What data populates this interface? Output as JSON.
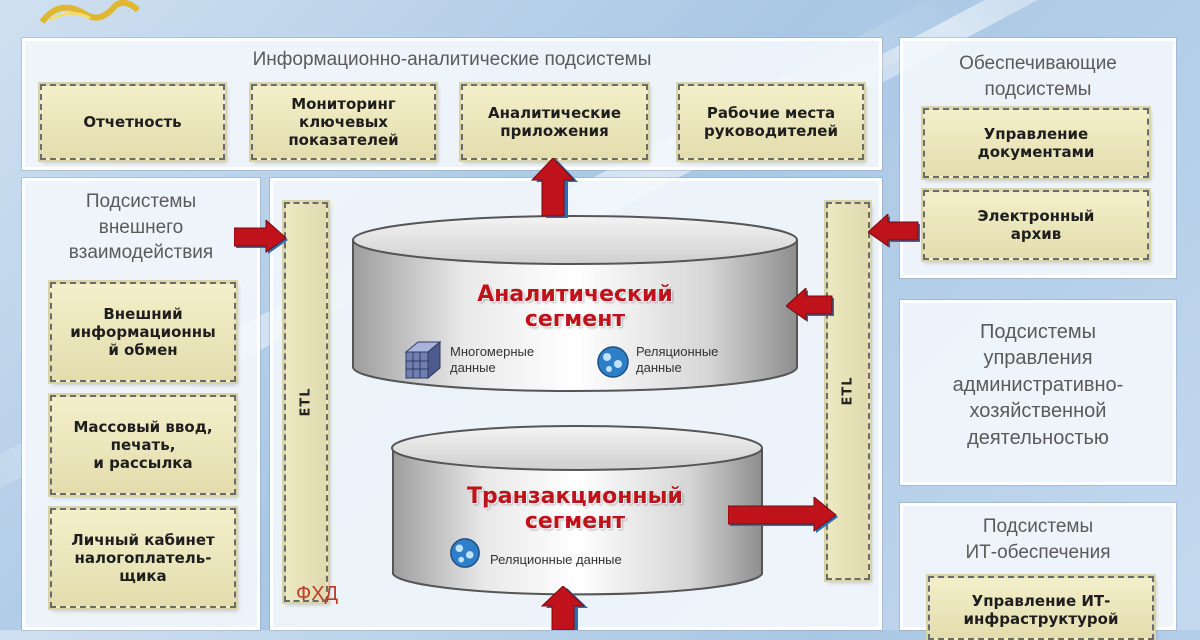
{
  "info_panel": {
    "title": "Информационно-аналитические подсистемы",
    "boxes": [
      "Отчетность",
      "Мониторинг\nключевых\nпоказателей",
      "Аналитические\nприложения",
      "Рабочие места\nруководителей"
    ]
  },
  "support_panel": {
    "title": "Обеспечивающие\nподсистемы",
    "boxes": [
      "Управление\nдокументами",
      "Электронный\nархив"
    ]
  },
  "external_panel": {
    "title": "Подсистемы\nвнешнего\nвзаимодействия",
    "boxes": [
      "Внешний\nинформационны\nй обмен",
      "Массовый ввод,\nпечать,\nи рассылка",
      "Личный кабинет\nналогоплатель-\nщика"
    ]
  },
  "admin_panel": {
    "title": "Подсистемы\nуправления\nадминистративно-\nхозяйственной\nдеятельностью"
  },
  "it_panel": {
    "title": "Подсистемы\nИТ-обеспечения",
    "boxes": [
      "Управление ИТ-\nинфраструктурой"
    ]
  },
  "center": {
    "etl_label": "ETL",
    "fxd_label": "ФХД",
    "analytic_segment": "Аналитический\nсегмент",
    "transaction_segment": "Транзакционный\nсегмент",
    "multidim_label": "Многомерные\nданные",
    "relational_label": "Реляционные\nданные",
    "relational_data_label": "Реляционные данные"
  },
  "colors": {
    "arrow_red": "#c0121a",
    "arrow_blue": "#2a6db5",
    "segment_red": "#c0121a",
    "box_fill": "#e8e2b4"
  }
}
